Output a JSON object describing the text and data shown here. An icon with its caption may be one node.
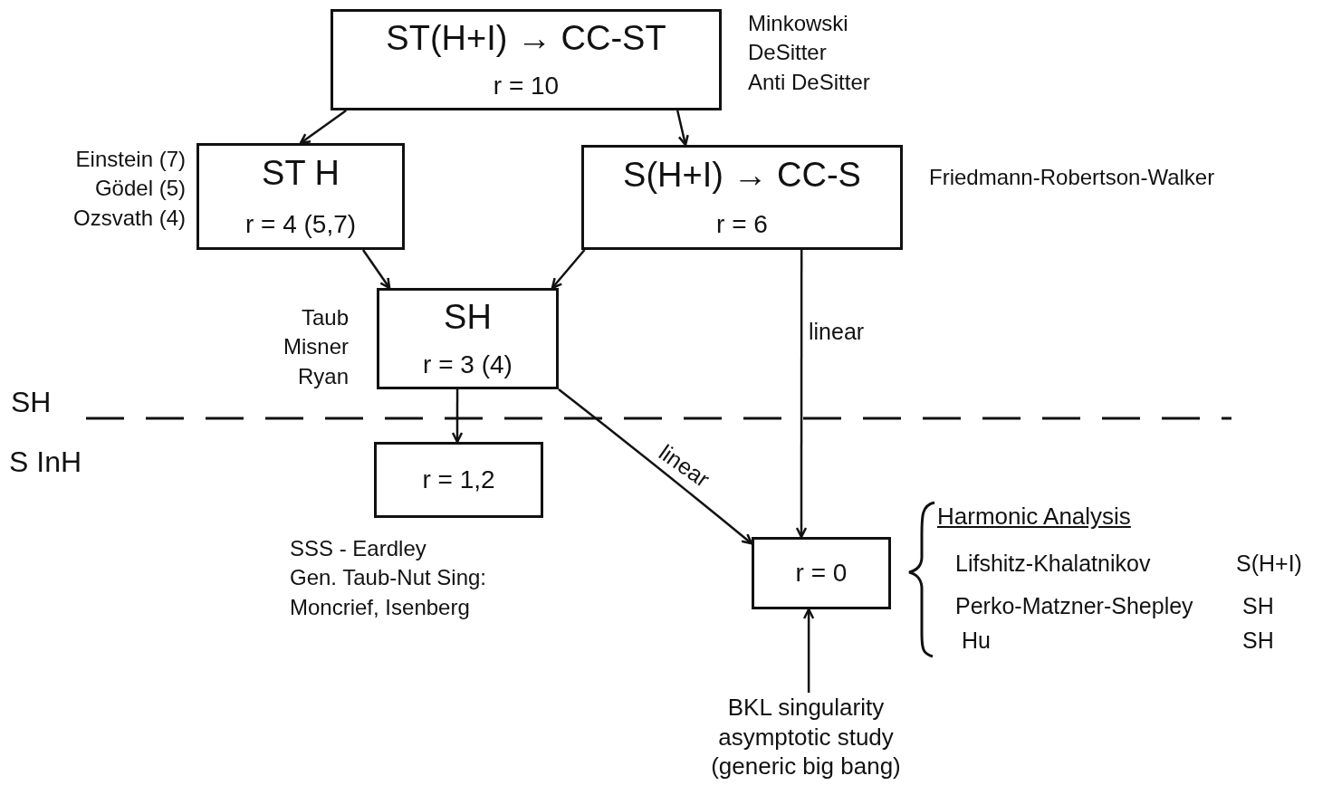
{
  "diagram": {
    "nodes": [
      {
        "text": [
          "ST(H+I) → CC-ST",
          "r = 10"
        ],
        "beside": [
          "Minkowski",
          "DeSitter",
          "Anti DeSitter"
        ]
      },
      {
        "text": [
          "ST H",
          "r = 4 (5,7)"
        ],
        "beside": [
          "Einstein (7)",
          "Gödel (5)",
          "Ozsvath (4)"
        ]
      },
      {
        "text": [
          "S(H+I) → CC-S",
          "r = 6"
        ],
        "beside": [
          "Friedmann-Robertson-Walker"
        ]
      },
      {
        "text": [
          "SH",
          "r = 3 (4)"
        ],
        "beside": [
          "Taub",
          "Misner",
          "Ryan"
        ]
      },
      {
        "text": [
          "r = 1,2"
        ],
        "beside": [
          "SSS - Eardley",
          "Gen. Taub-Nut Sing: Moncrief, Isenberg"
        ]
      },
      {
        "text": [
          "r = 0"
        ]
      },
      {
        "text": [
          "BKL singularity asymptotic study (generic big bang)"
        ]
      }
    ],
    "edges": [
      {
        "from": 0,
        "to": 1,
        "arrow": "to"
      },
      {
        "from": 0,
        "to": 2,
        "arrow": "to"
      },
      {
        "from": 1,
        "to": 3,
        "arrow": "to"
      },
      {
        "from": 2,
        "to": 3,
        "arrow": "to"
      },
      {
        "from": 2,
        "to": 5,
        "arrow": "to",
        "label": "linear"
      },
      {
        "from": 3,
        "to": 4,
        "arrow": "to"
      },
      {
        "from": 3,
        "to": 5,
        "arrow": "to",
        "label": "linear"
      },
      {
        "from": 6,
        "to": 5,
        "arrow": "to"
      }
    ],
    "labels": [
      "SH",
      "S InH",
      "Harmonic Analysis",
      "Lifshitz-Khalatnikov",
      "S(H+I)",
      "Perko-Matzner-Shepley",
      "SH",
      "Hu",
      "SH"
    ]
  }
}
